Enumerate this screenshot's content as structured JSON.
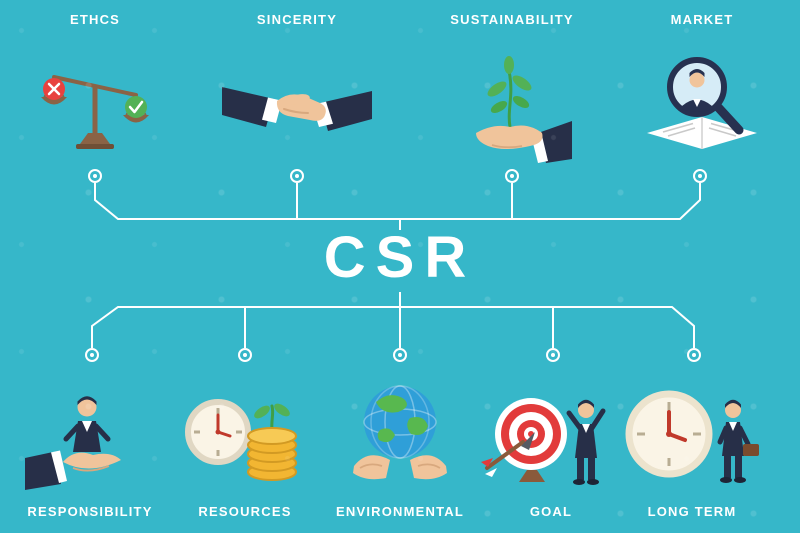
{
  "center": {
    "title": "CSR"
  },
  "top_row": [
    {
      "label": "ETHCS",
      "icon": "scales-icon"
    },
    {
      "label": "SINCERITY",
      "icon": "handshake-icon"
    },
    {
      "label": "SUSTAINABILITY",
      "icon": "plant-in-hand-icon"
    },
    {
      "label": "MARKET",
      "icon": "magnifier-document-icon"
    }
  ],
  "bottom_row": [
    {
      "label": "RESPONSIBILITY",
      "icon": "hand-holding-person-icon"
    },
    {
      "label": "RESOURCES",
      "icon": "clock-coins-icon"
    },
    {
      "label": "ENVIRONMENTAL",
      "icon": "globe-in-hands-icon"
    },
    {
      "label": "GOAL",
      "icon": "target-arrow-icon"
    },
    {
      "label": "LONG TERM",
      "icon": "clock-person-icon"
    }
  ],
  "colors": {
    "background": "#36b7c9",
    "line": "#ffffff",
    "text": "#ffffff",
    "accent_red": "#e23b3b",
    "accent_green": "#53b156",
    "suit_navy": "#272f48",
    "skin": "#f0c49b",
    "gold": "#f2b632",
    "wood_brown": "#8a6345"
  }
}
